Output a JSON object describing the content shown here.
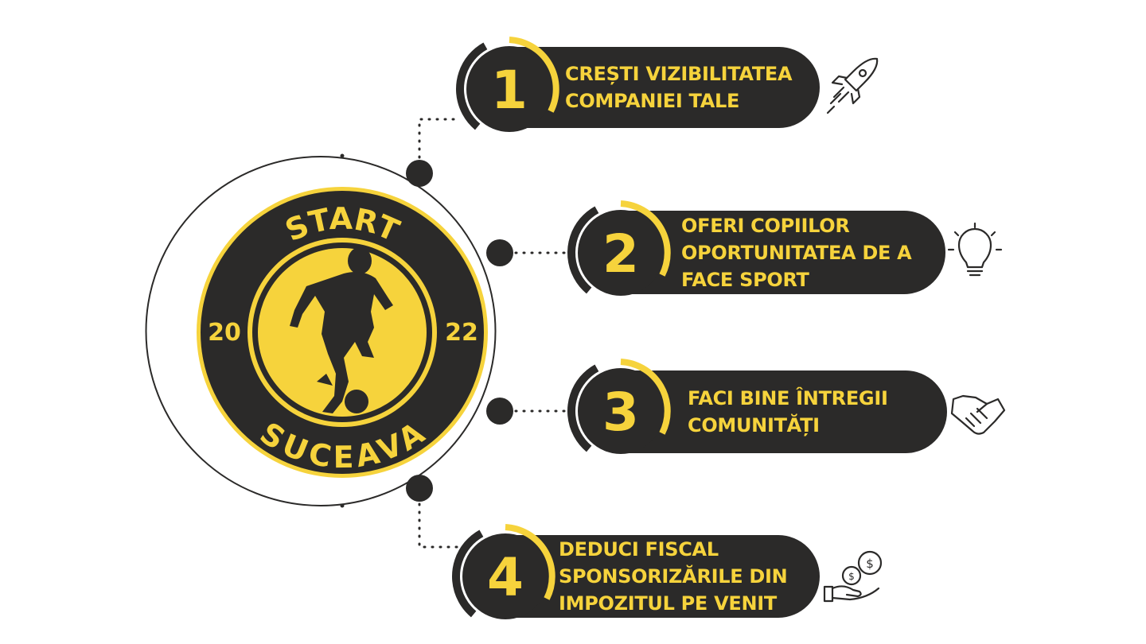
{
  "logo": {
    "top_text": "START",
    "bottom_text": "SUCEAVA",
    "year_left": "20",
    "year_right": "22"
  },
  "benefits": [
    {
      "number": "1",
      "text": "CREȘTI VIZIBILITATEA\nCOMPANIEI TALE",
      "icon": "rocket-icon"
    },
    {
      "number": "2",
      "text": "OFERI COPIILOR\nOPORTUNITATEA DE A\nFACE SPORT",
      "icon": "lightbulb-icon"
    },
    {
      "number": "3",
      "text": "FACI BINE ÎNTREGII\nCOMUNITĂȚI",
      "icon": "handshake-icon"
    },
    {
      "number": "4",
      "text": "DEDUCI FISCAL\nSPONSORIZĂRILE DIN\nIMPOZITUL PE VENIT",
      "icon": "money-hand-icon"
    }
  ],
  "colors": {
    "yellow": "#f6d33c",
    "dark": "#2b2a29",
    "outline": "#2b2a29"
  }
}
